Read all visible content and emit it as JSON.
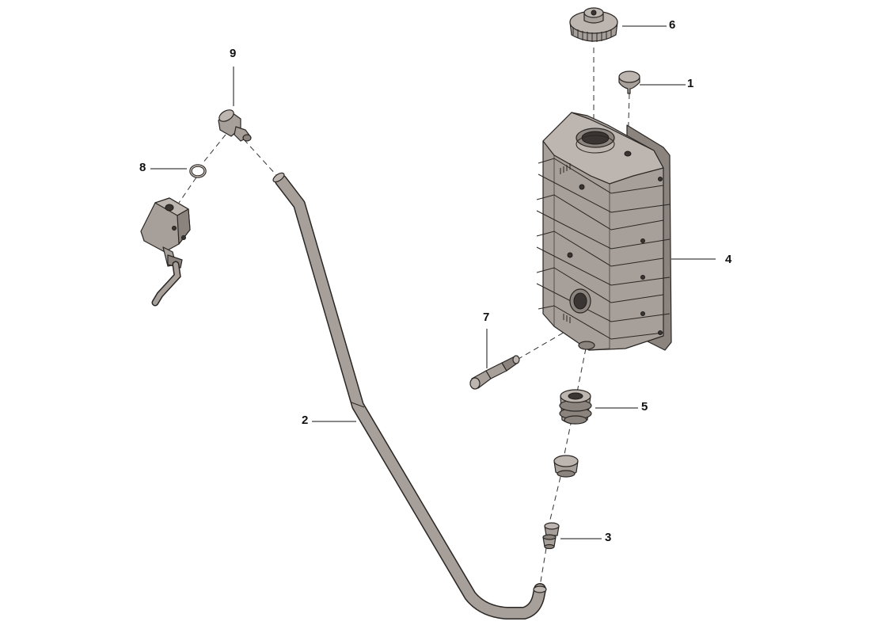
{
  "callouts": [
    {
      "id": "1",
      "label": "1",
      "part": "breather-plug"
    },
    {
      "id": "2",
      "label": "2",
      "part": "hose"
    },
    {
      "id": "3",
      "label": "3",
      "part": "hose-fitting"
    },
    {
      "id": "4",
      "label": "4",
      "part": "reservoir-tank"
    },
    {
      "id": "5",
      "label": "5",
      "part": "grommet"
    },
    {
      "id": "6",
      "label": "6",
      "part": "filler-cap"
    },
    {
      "id": "7",
      "label": "7",
      "part": "level-sensor"
    },
    {
      "id": "8",
      "label": "8",
      "part": "o-ring"
    },
    {
      "id": "9",
      "label": "9",
      "part": "elbow-connector"
    }
  ],
  "colors": {
    "part_fill": "#a7a09a",
    "part_outline": "#2a2624",
    "label_text": "#111111",
    "background": "#ffffff"
  }
}
